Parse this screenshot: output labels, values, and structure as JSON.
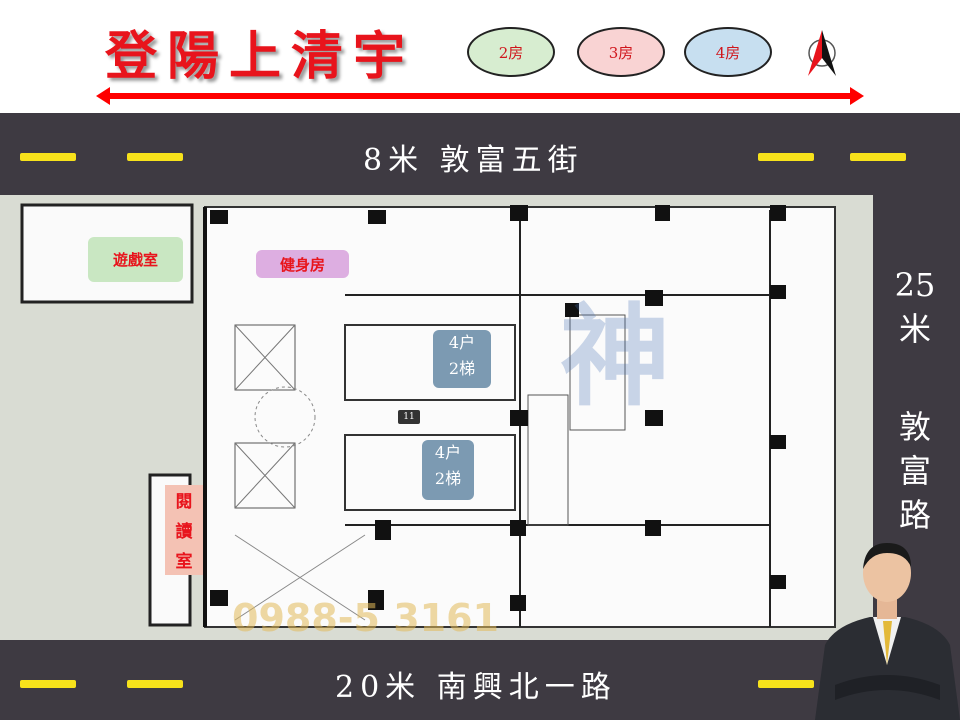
{
  "header": {
    "title": "登陽上清宇",
    "legend": [
      {
        "label": "2房",
        "color": "#d7edd0"
      },
      {
        "label": "3房",
        "color": "#f9d3d3"
      },
      {
        "label": "4房",
        "color": "#c7dff0"
      }
    ],
    "compass_icon": "north-arrow-icon",
    "accent": "#e8141c"
  },
  "roads": {
    "top": "8米 敦富五街",
    "right_width": "25米",
    "right_name": [
      "敦",
      "富",
      "路"
    ],
    "bottom": "20米 南興北一路"
  },
  "rooms": {
    "game": "遊戲室",
    "gym": "健身房",
    "reading": [
      "閱",
      "讀",
      "室"
    ]
  },
  "cores": [
    {
      "households": "4户",
      "elevators": "2梯"
    },
    {
      "households": "4户",
      "elevators": "2梯"
    }
  ],
  "plan_marker": "11",
  "watermark": {
    "phone": "0988-5_3161",
    "brand": "神"
  }
}
